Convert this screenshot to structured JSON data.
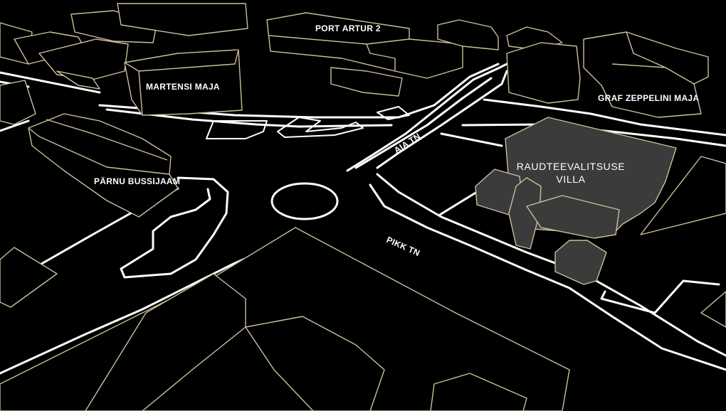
{
  "labels": {
    "port_artur": "PORT ARTUR 2",
    "martensi": "MARTENSI MAJA",
    "graf_zeppelini": "GRAF ZEPPELINI MAJA",
    "parnu_bussijaam": "PÄRNU BUSSIJAAM",
    "aia_tn": "AIA TN",
    "pikk_tn": "PIKK TN",
    "raudtee_line1": "RAUDTEEVALITSUSE",
    "raudtee_line2": "VILLA"
  },
  "colors": {
    "background": "#000000",
    "road": "#ffffff",
    "building_outline": "#cdbf9c",
    "highlight_fill": "#3b3b3b"
  }
}
